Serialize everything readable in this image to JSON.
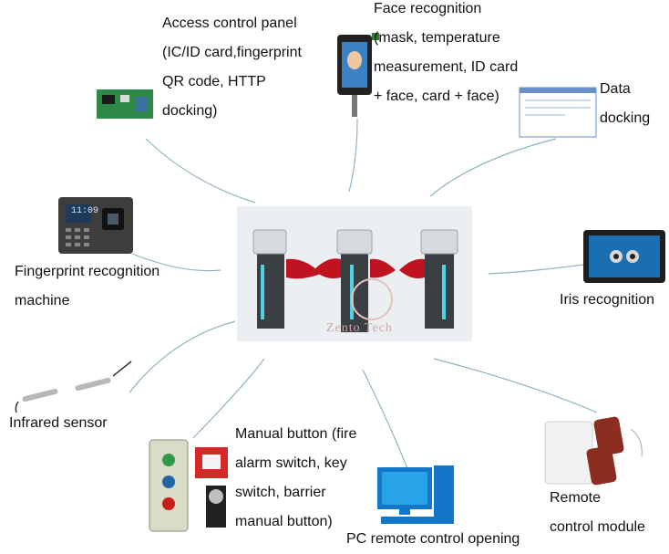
{
  "labels": {
    "access_panel": "Access control panel\n(IC/ID card,fingerprint\nQR code, HTTP\ndocking)",
    "face": "Face recognition\n(mask, temperature\nmeasurement, ID card\n+ face, card + face)",
    "data": "Data\ndocking",
    "fingerprint": "Fingerprint recognition\nmachine",
    "iris": "Iris recognition",
    "infrared": "Infrared sensor",
    "manual": "Manual button (fire\nalarm switch, key\nswitch, barrier\nmanual button)",
    "pc": "PC remote control opening",
    "remote": "Remote\ncontrol module"
  },
  "watermark": "Zento Tech",
  "screens": {
    "clock": "11:09"
  }
}
